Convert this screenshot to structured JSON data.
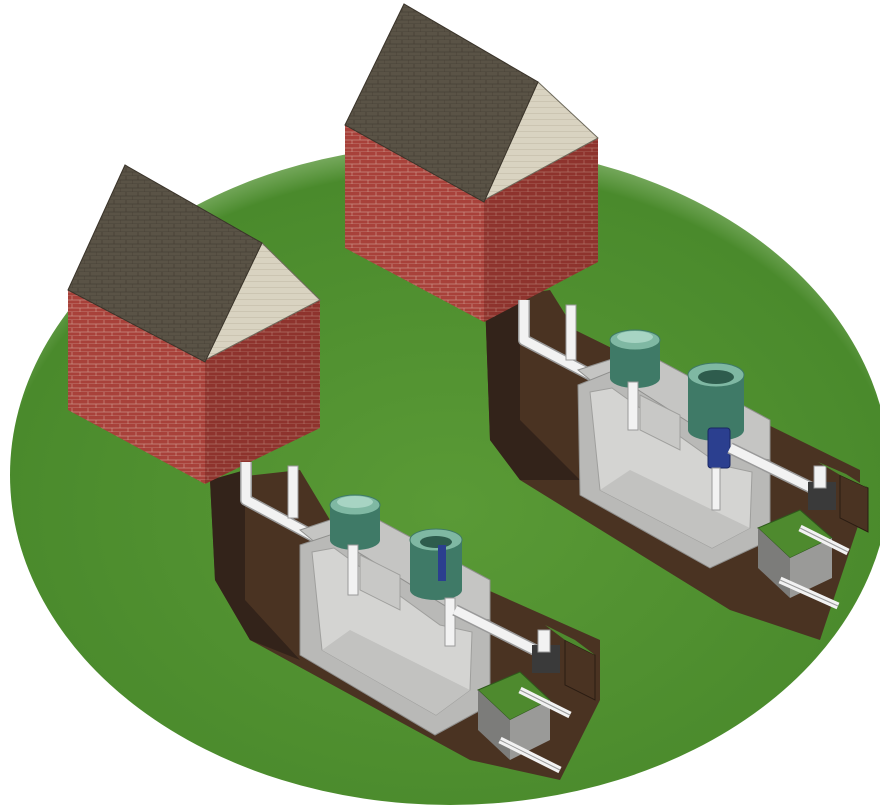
{
  "colors": {
    "lawn": "#4e8a2e",
    "lawn_shade": "#3c7023",
    "soil": "#4a3322",
    "soil_dark": "#33231a",
    "brick": "#a8413a",
    "brick_shade": "#8e332d",
    "mortar": "#c98f84",
    "roof": "#5a5346",
    "gable": "#d9d3c1",
    "concrete": "#b9b9b7",
    "concrete_inner": "#d4d4d2",
    "concrete_edge": "#8f8f8d",
    "riser": "#7fb8a3",
    "riser_dark": "#3f7a67",
    "pipe": "#f2f2f2",
    "pipe_edge": "#9a9a9a",
    "filter": "#2b3f8f",
    "fitting": "#3a3a3a"
  },
  "systems": [
    {
      "name": "system-left",
      "components": [
        "house",
        "sewer-pipe",
        "vent-pipe",
        "septic-tank",
        "inlet-riser",
        "outlet-riser",
        "effluent-filter",
        "distribution-box",
        "drain-field"
      ]
    },
    {
      "name": "system-right",
      "components": [
        "house",
        "sewer-pipe",
        "vent-pipe",
        "septic-tank",
        "inlet-riser",
        "outlet-riser",
        "effluent-filter",
        "distribution-box",
        "drain-field"
      ]
    }
  ]
}
